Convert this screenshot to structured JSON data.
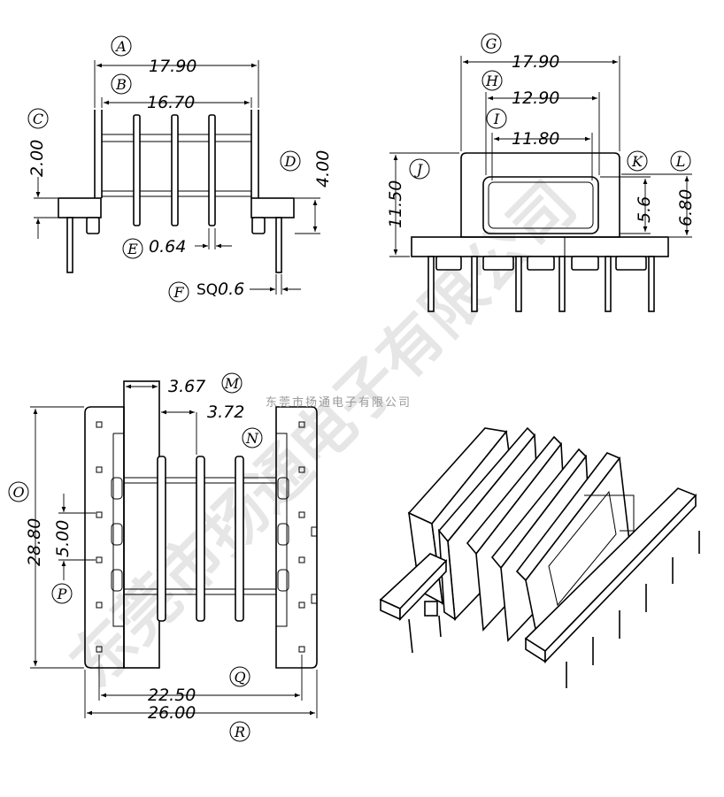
{
  "watermark": "东莞市扬通电子有限公司",
  "company": "东莞市扬通电子有限公司",
  "labels": [
    "A",
    "B",
    "C",
    "D",
    "E",
    "F",
    "G",
    "H",
    "I",
    "J",
    "K",
    "L",
    "M",
    "N",
    "O",
    "P",
    "Q",
    "R"
  ],
  "dims": {
    "A": "17.90",
    "B": "16.70",
    "C": "2.00",
    "D": "4.00",
    "E": "0.64",
    "F_prefix": "SQ",
    "F": "0.6",
    "G": "17.90",
    "H": "12.90",
    "I": "11.80",
    "J": "11.50",
    "K": "5.6",
    "L": "6.80",
    "M": "3.67",
    "N": "3.72",
    "O": "28.80",
    "P": "5.00",
    "Q": "22.50",
    "R": "26.00"
  }
}
